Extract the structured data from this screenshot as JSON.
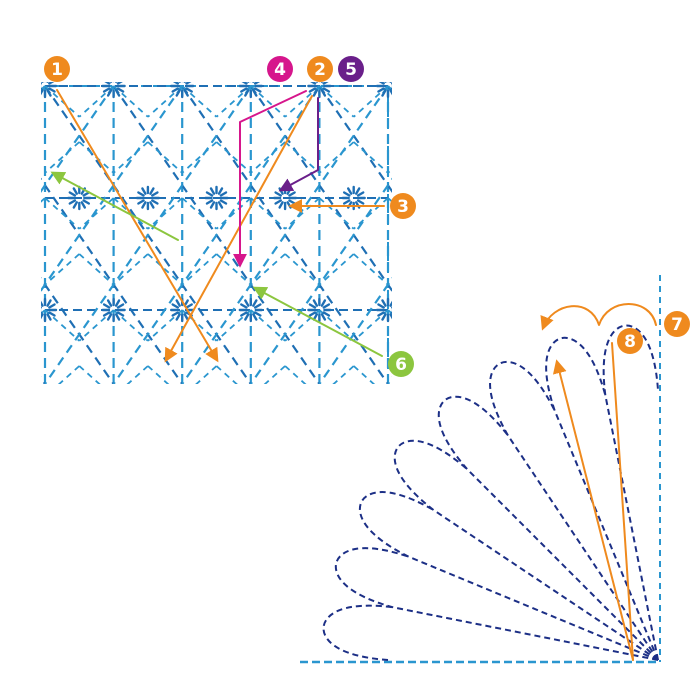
{
  "colors": {
    "background": "#ffffff",
    "light_blue": "#2a96cf",
    "mid_blue": "#1f6fb4",
    "dark_navy": "#1c2f86",
    "orange": "#ef8a1e",
    "magenta": "#d6168c",
    "purple": "#6a1f8a",
    "green": "#8cc63f",
    "badge_text": "#ffffff"
  },
  "steps": [
    {
      "number": "1",
      "color": "#ef8a1e"
    },
    {
      "number": "2",
      "color": "#ef8a1e"
    },
    {
      "number": "3",
      "color": "#ef8a1e"
    },
    {
      "number": "4",
      "color": "#d6168c"
    },
    {
      "number": "5",
      "color": "#6a1f8a"
    },
    {
      "number": "6",
      "color": "#8cc63f"
    },
    {
      "number": "7",
      "color": "#ef8a1e"
    },
    {
      "number": "8",
      "color": "#ef8a1e"
    }
  ],
  "fan": {
    "petal_count": 8
  }
}
